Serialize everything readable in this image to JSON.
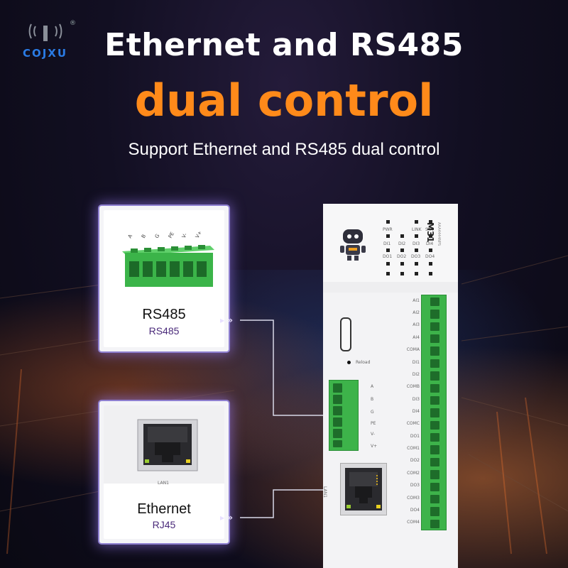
{
  "brand": {
    "name": "COJXU",
    "registered": "®",
    "color": "#2a7be4"
  },
  "headline": {
    "line1": "Ethernet and RS485",
    "line2": "dual control",
    "accent_color": "#ff8a1a"
  },
  "subtitle": "Support Ethernet and RS485 dual control",
  "cards": [
    {
      "label": "RS485",
      "sub": "RS485",
      "image": "green-terminal-block",
      "pins": [
        "A",
        "B",
        "G",
        "PE",
        "V-",
        "V+"
      ]
    },
    {
      "label": "Ethernet",
      "sub": "RJ45",
      "image": "rj45-port",
      "port_label": "LAN1"
    }
  ],
  "device": {
    "model": "M31",
    "model_sub": "AAA4444NPS",
    "status_leds": [
      [
        "PWR",
        "",
        "LINK",
        "STA"
      ],
      [
        "DI1",
        "DI2",
        "DI3",
        "DI4"
      ],
      [
        "DO1",
        "DO2",
        "DO3",
        "DO4"
      ]
    ],
    "reload": "Reload",
    "rs485_labels": [
      "A",
      "B",
      "G",
      "PE",
      "V-",
      "V+"
    ],
    "port_label": "LAN1",
    "io_labels": [
      "AI1",
      "AI2",
      "AI3",
      "AI4",
      "COMA",
      "DI1",
      "DI2",
      "COMB",
      "DI3",
      "DI4",
      "COMC",
      "DO1",
      "COM1",
      "DO2",
      "COM2",
      "DO3",
      "COM3",
      "DO4",
      "COM4"
    ]
  }
}
